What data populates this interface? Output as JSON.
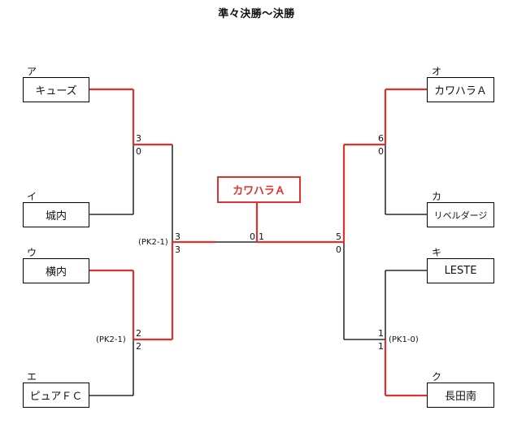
{
  "title": "準々決勝～決勝",
  "champion": "カワハラＡ",
  "teams": {
    "a": {
      "kana": "ア",
      "name": "キューズ"
    },
    "i": {
      "kana": "イ",
      "name": "城内"
    },
    "u": {
      "kana": "ウ",
      "name": "横内"
    },
    "e": {
      "kana": "エ",
      "name": "ピュアＦＣ"
    },
    "o": {
      "kana": "オ",
      "name": "カワハラＡ"
    },
    "ka": {
      "kana": "カ",
      "name": "リベルダージ"
    },
    "ki": {
      "kana": "キ",
      "name": "LESTE"
    },
    "ku": {
      "kana": "ク",
      "name": "長田南"
    }
  },
  "scores": {
    "qf1_top": "3",
    "qf1_bot": "0",
    "qf2_top": "2",
    "qf2_bot": "2",
    "qf2_pk": "(PK2-1)",
    "sf1_top": "3",
    "sf1_bot": "3",
    "sf1_pk": "(PK2-1)",
    "final_left": "0",
    "final_right": "1",
    "sf2_top": "5",
    "sf2_bot": "0",
    "qf3_top": "6",
    "qf3_bot": "0",
    "qf4_top": "1",
    "qf4_bot": "1",
    "qf4_pk": "(PK1-0)"
  },
  "colors": {
    "winner_line": "#e03030",
    "line": "#000000"
  }
}
